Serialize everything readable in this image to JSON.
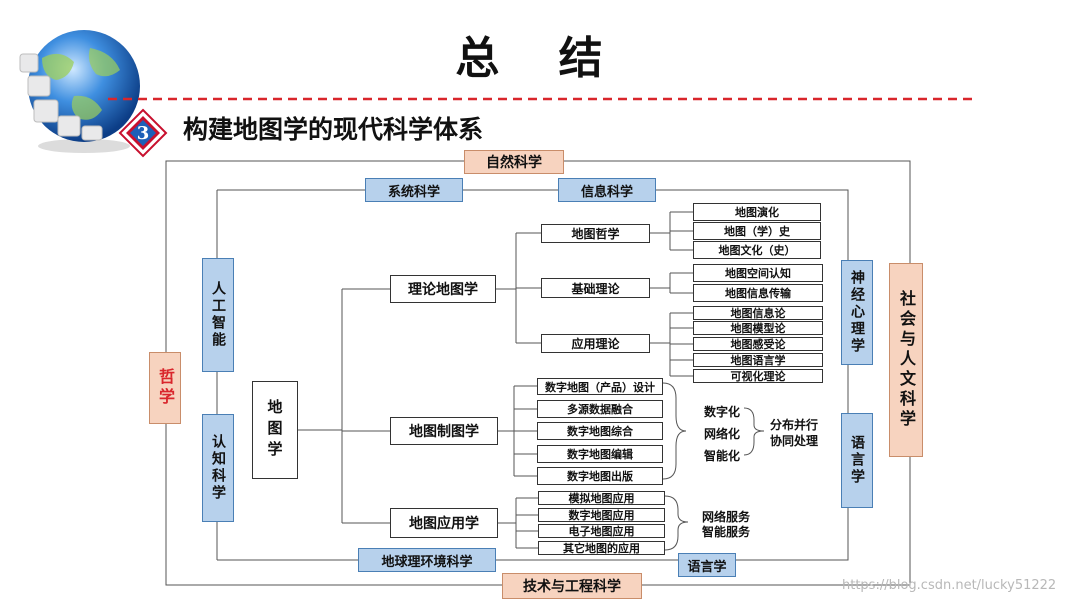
{
  "header": {
    "title": "总 结",
    "section_number": "3",
    "subtitle": "构建地图学的现代科学体系"
  },
  "outer_labels": {
    "top": "自然科学",
    "bottom": "技术与工程科学",
    "left": "哲学",
    "right": "社会与人文科学"
  },
  "inner_labels": {
    "top_left": "系统科学",
    "top_right": "信息科学",
    "bottom_left": "地球理环境科学",
    "bottom_right": "语言学",
    "left_upper": "人工智能",
    "left_lower": "认知科学",
    "right_upper": "神经心理学",
    "right_lower": "语言学"
  },
  "core": {
    "root": "地图学",
    "branches": [
      "理论地图学",
      "地图制图学",
      "地图应用学"
    ]
  },
  "theory": {
    "children": [
      {
        "label": "地图哲学",
        "leaves": [
          "地图演化",
          "地图（学）史",
          "地图文化（史）"
        ]
      },
      {
        "label": "基础理论",
        "leaves": [
          "地图空间认知",
          "地图信息传输"
        ]
      },
      {
        "label": "应用理论",
        "leaves": [
          "地图信息论",
          "地图模型论",
          "地图感受论",
          "地图语言学",
          "可视化理论"
        ]
      }
    ]
  },
  "cartography": {
    "items": [
      "数字地图（产品）设计",
      "多源数据融合",
      "数字地图综合",
      "数字地图编辑",
      "数字地图出版"
    ],
    "traits": [
      "数字化",
      "网络化",
      "智能化"
    ],
    "result": [
      "分布并行",
      "协同处理"
    ]
  },
  "application": {
    "items": [
      "模拟地图应用",
      "数字地图应用",
      "电子地图应用",
      "其它地图的应用"
    ],
    "services": [
      "网络服务",
      "智能服务"
    ]
  },
  "watermark": "https://blog.csdn.net/lucky51222"
}
